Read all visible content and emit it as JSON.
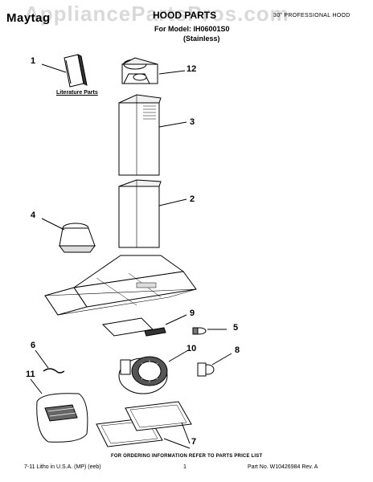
{
  "header": {
    "brand": "Maytag",
    "watermark": "AppliancePartsPros.com",
    "title": "HOOD PARTS",
    "section": "30\" PROFESSIONAL HOOD",
    "model": "For Model: IH06001S0",
    "variant": "(Stainless)"
  },
  "parts": {
    "literature_label": "Literature Parts",
    "callouts": [
      "1",
      "12",
      "3",
      "2",
      "4",
      "9",
      "5",
      "6",
      "10",
      "8",
      "11",
      "7"
    ]
  },
  "footer": {
    "note": "FOR ORDERING INFORMATION REFER TO PARTS PRICE LIST",
    "litho": "7-11 Litho in U.S.A. (MP) (eeb)",
    "page": "1",
    "part_no": "Part No. W10426984 Rev. A"
  }
}
